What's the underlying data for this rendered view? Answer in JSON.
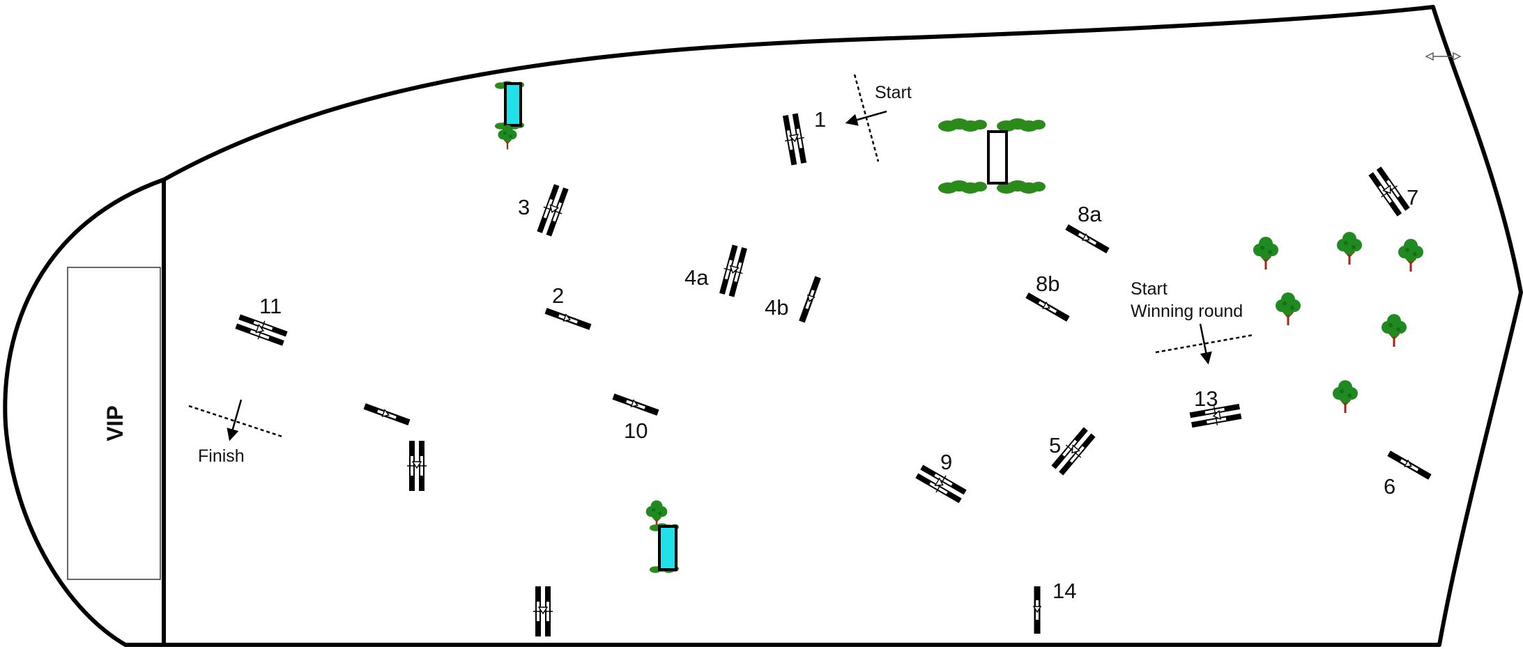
{
  "arena": {
    "vip_label": "VIP"
  },
  "labels": {
    "start": "Start",
    "finish": "Finish",
    "start_winning_round_line1": "Start",
    "start_winning_round_line2": "Winning round"
  },
  "fence_numbers": {
    "f1": "1",
    "f2": "2",
    "f3": "3",
    "f4a": "4a",
    "f4b": "4b",
    "f5": "5",
    "f6": "6",
    "f7": "7",
    "f8a": "8a",
    "f8b": "8b",
    "f9": "9",
    "f10": "10",
    "f11": "11",
    "f13": "13",
    "f14": "14"
  },
  "colors": {
    "outline": "#000000",
    "tree_foliage": "#1f8a1f",
    "tree_trunk": "#9a2a10",
    "water": "#22e0e8",
    "hedge": "#2a8a1a"
  }
}
